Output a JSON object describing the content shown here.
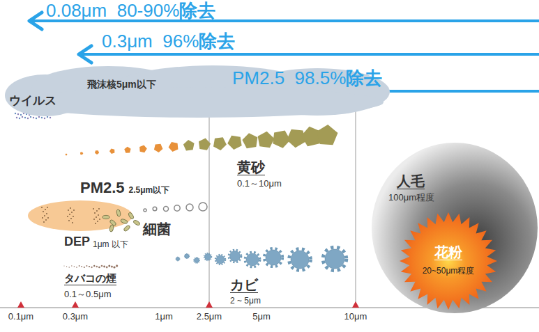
{
  "diagram": {
    "nodes": [
      {
        "text": [
          "ウイルス",
          "飛沫核5μm以下"
        ]
      },
      {
        "text": [
          "人毛",
          "100μm程度"
        ]
      },
      {
        "text": [
          "花粉",
          "20~50μm程度"
        ],
        "in": 1
      }
    ],
    "labels": [
      "0.08μm  80-90%",
      "除去",
      "0.3μm  96%",
      "除去",
      "PM2.5  98.5%",
      "除去",
      "黄砂",
      "0.1～10μm",
      "PM2.5",
      "2.5μm以下",
      "細菌",
      "DEP",
      "1μm 以下",
      "タバコの煙",
      "0.1～0.5μm",
      "カビ",
      "2 ~ 5μm",
      "0.1μm",
      "0.3μm",
      "1μm",
      "2.5μm",
      "5μm",
      "10μm"
    ]
  }
}
